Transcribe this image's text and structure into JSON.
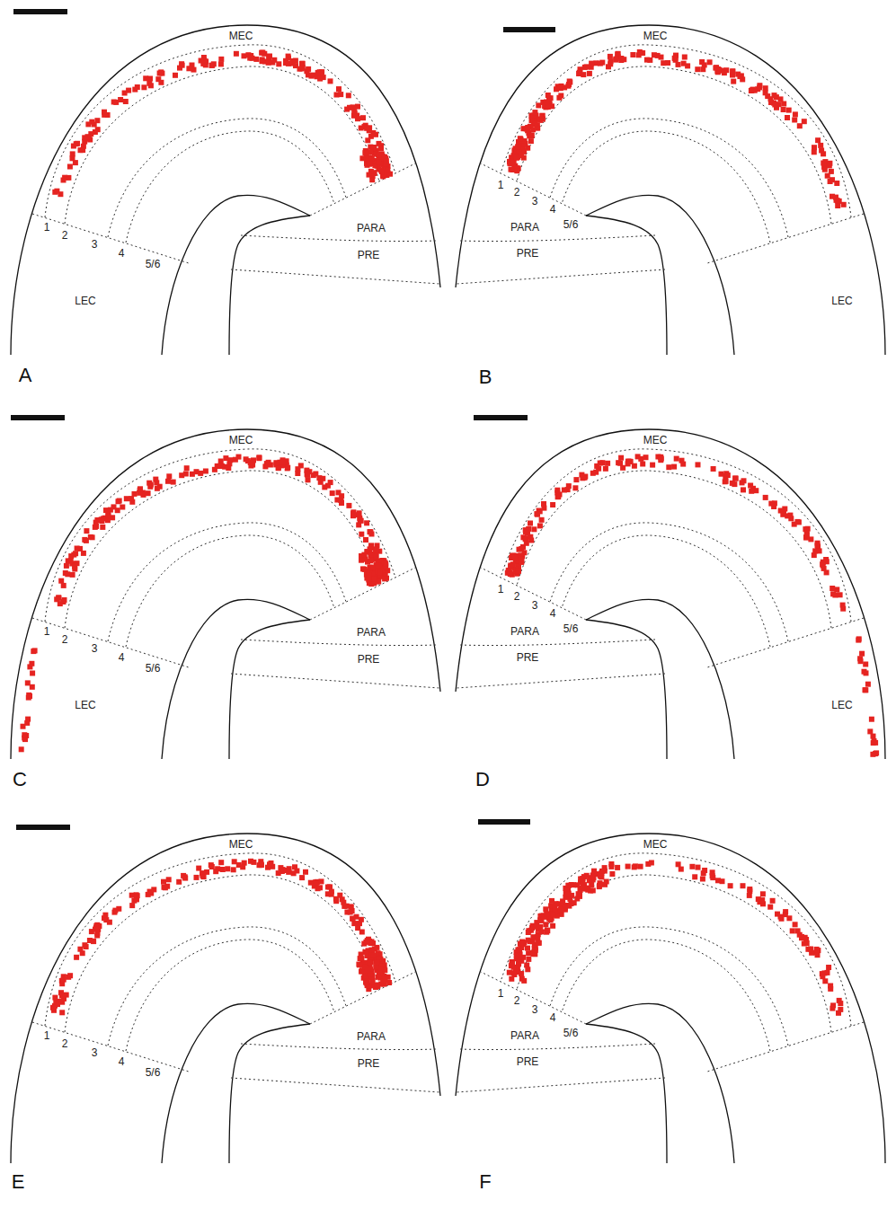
{
  "diagram": {
    "labels": [
      "MEC",
      "1",
      "2",
      "3",
      "4",
      "5/6",
      "PARA",
      "PRE",
      "LEC",
      "A",
      "MEC",
      "1",
      "2",
      "3",
      "4",
      "5/6",
      "PARA",
      "PRE",
      "LEC",
      "B",
      "MEC",
      "1",
      "2",
      "3",
      "4",
      "5/6",
      "LEC",
      "PARA",
      "PRE",
      "C",
      "MEC",
      "1",
      "2",
      "3",
      "4",
      "5/6",
      "PARA",
      "PRE",
      "LEC",
      "D",
      "MEC",
      "1",
      "2",
      "3",
      "4",
      "5/6",
      "PARA",
      "PRE",
      "E",
      "MEC",
      "1",
      "2",
      "3",
      "4",
      "5/6",
      "PARA",
      "PRE",
      "F"
    ]
  }
}
